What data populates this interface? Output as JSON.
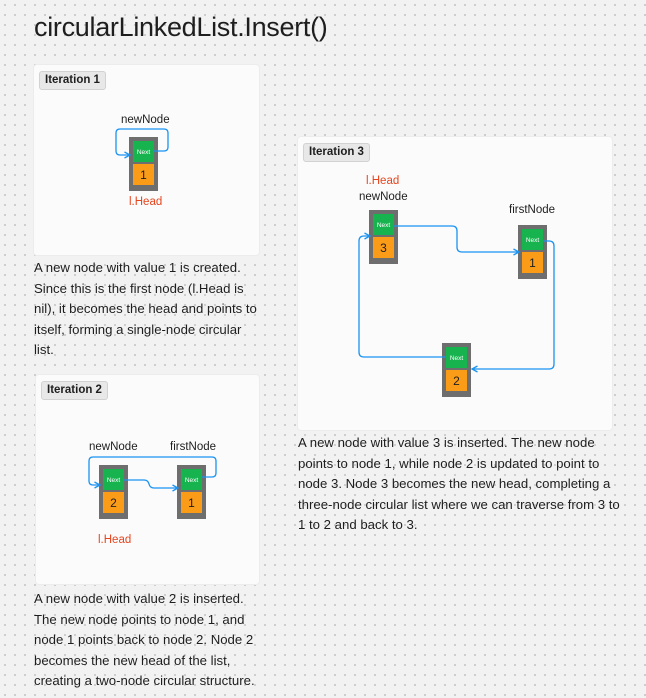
{
  "title": "circularLinkedList.Insert()",
  "colors": {
    "node_frame": "#6e6e6e",
    "next_box": "#17b34f",
    "value_box": "#fb9c18",
    "arrow": "#1a93f2",
    "head_label": "#e6451e"
  },
  "node_next_label": "Next",
  "iterations": [
    {
      "tag": "Iteration 1",
      "labels": {
        "new_node": "newNode",
        "head": "l.Head"
      },
      "nodes": [
        "1"
      ],
      "description": "A new node with value 1 is created. Since this is the first node (l.Head is nil), it becomes the head and points to itself, forming a single-node circular list."
    },
    {
      "tag": "Iteration 2",
      "labels": {
        "new_node": "newNode",
        "first_node": "firstNode",
        "head": "l.Head"
      },
      "nodes": [
        "2",
        "1"
      ],
      "description": "A new node with value 2 is inserted. The new node points to node 1, and node 1 points back to node 2. Node 2 becomes the new head of the list, creating a two-node circular structure."
    },
    {
      "tag": "Iteration 3",
      "labels": {
        "head": "l.Head",
        "new_node": "newNode",
        "first_node": "firstNode"
      },
      "nodes": [
        "3",
        "1",
        "2"
      ],
      "description": "A new node with value 3 is inserted. The new node points to node 1, while node 2 is updated to point to node 3. Node 3 becomes the new head, completing a three-node circular list where we can traverse from 3 to 1 to 2 and back to 3."
    }
  ]
}
